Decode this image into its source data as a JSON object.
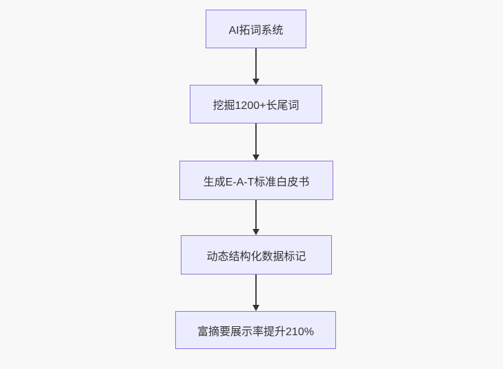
{
  "diagram": {
    "type": "flowchart",
    "direction": "top-down",
    "colors": {
      "background": "#f8f8f8",
      "node_fill": "#ECECFF",
      "node_border": "#9370DB",
      "node_text": "#333333",
      "edge": "#333333"
    },
    "nodes": [
      {
        "id": "n1",
        "label": "AI拓词系统"
      },
      {
        "id": "n2",
        "label": "挖掘1200+长尾词"
      },
      {
        "id": "n3",
        "label": "生成E-A-T标准白皮书"
      },
      {
        "id": "n4",
        "label": "动态结构化数据标记"
      },
      {
        "id": "n5",
        "label": "富摘要展示率提升210%"
      }
    ],
    "edges": [
      {
        "from": "n1",
        "to": "n2"
      },
      {
        "from": "n2",
        "to": "n3"
      },
      {
        "from": "n3",
        "to": "n4"
      },
      {
        "from": "n4",
        "to": "n5"
      }
    ]
  }
}
